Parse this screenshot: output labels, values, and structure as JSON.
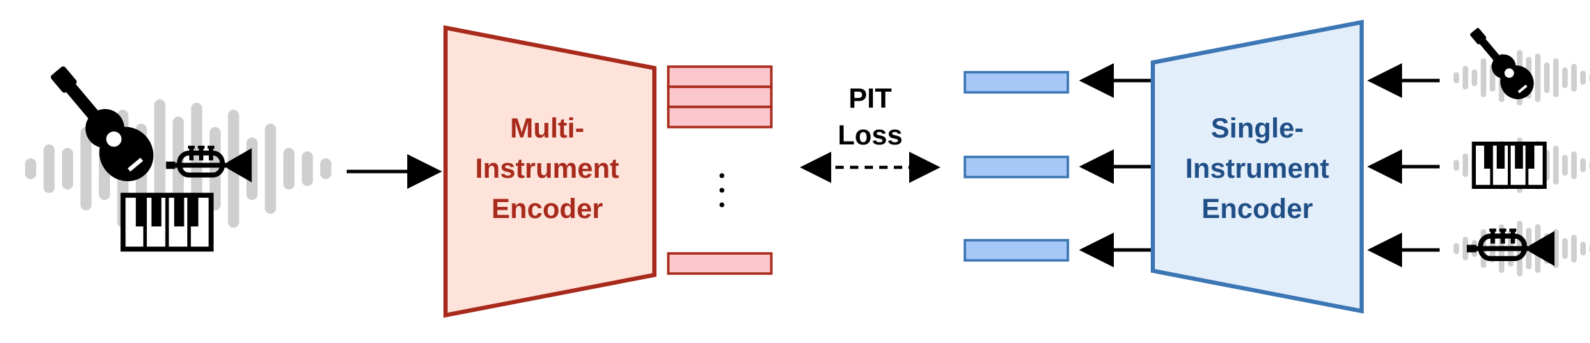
{
  "multi_encoder": {
    "line1": "Multi-",
    "line2": "Instrument",
    "line3": "Encoder",
    "fill": "#fde3da",
    "stroke": "#a82a1c",
    "text_color": "#a82a1c"
  },
  "single_encoder": {
    "line1": "Single-",
    "line2": "Instrument",
    "line3": "Encoder",
    "fill": "#e3eefb",
    "stroke": "#3c76b4",
    "text_color": "#1f4f86"
  },
  "loss": {
    "line1": "PIT",
    "line2": "Loss"
  },
  "colors": {
    "multi_embedding_fill": "#fbc7cd",
    "multi_embedding_stroke": "#a82a1c",
    "single_embedding_fill": "#a6c8f6",
    "single_embedding_stroke": "#3c76b4",
    "waveform": "#cfcfcf",
    "arrow": "#000000"
  },
  "icons": {
    "mixture": [
      "guitar-icon",
      "trumpet-icon",
      "piano-icon"
    ],
    "sources": [
      "guitar-icon",
      "piano-icon",
      "trumpet-icon"
    ]
  }
}
